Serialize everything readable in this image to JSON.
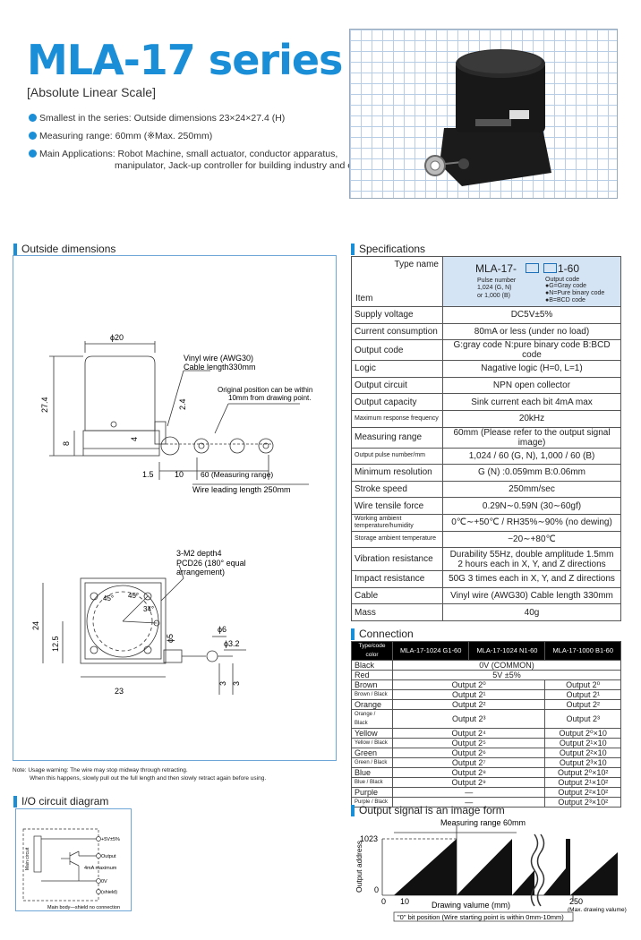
{
  "header": {
    "title": "MLA-17 series",
    "subtitle": "[Absolute Linear Scale]",
    "bullets": [
      "Smallest in the series: Outside dimensions  23×24×27.4 (H)",
      "Measuring range: 60mm (※Max. 250mm)",
      "Main Applications: Robot Machine, small actuator, conductor apparatus,",
      "manipulator, Jack-up controller for building industry and etc."
    ]
  },
  "outside_dimensions": {
    "heading": "Outside dimensions",
    "labels": {
      "d20": "ϕ20",
      "vinyl1": "Vinyl wire (AWG30)",
      "vinyl2": "Cable length330mm",
      "orig1": "Original position can be within",
      "orig2": "10mm from drawing point.",
      "h274": "27.4",
      "h24": "2.4",
      "h8": "8",
      "h4": "4",
      "w15": "1.5",
      "w10": "10",
      "w60": "60 (Measuring range)",
      "wire": "Wire leading length 250mm",
      "m2": "3-M2 depth4",
      "pcd1": "PCD26 (180° equal",
      "pcd2": "arrangement)",
      "a45a": "45°",
      "a45b": "45°",
      "a34": "34°",
      "d6": "ϕ6",
      "d5": "ϕ5",
      "d32": "ϕ3.2",
      "w24": "24",
      "w125": "12.5",
      "w23": "23",
      "w3a": "3",
      "w3b": "3"
    },
    "note1": "Note: Usage warning: The wire may stop midway through retracting.",
    "note2": "When this happens, slowly pull out the full length and then slowly retract again before using."
  },
  "specifications": {
    "heading": "Specifications",
    "type_name": "Type name",
    "item": "Item",
    "model": "MLA-17-",
    "model_suffix": "1-60",
    "pulse_label": "Pulse number",
    "pulse_vals": "1,024 (G, N)",
    "pulse_or": "or 1,000 (B)",
    "output_code": "Output code",
    "codes": [
      "●G=Gray code",
      "●N=Pure binary code",
      "●B=BCD code"
    ],
    "rows": [
      {
        "label": "Supply voltage",
        "value": "DC5V±5%",
        "small": false
      },
      {
        "label": "Current consumption",
        "value": "80mA or less (under no load)",
        "small": false
      },
      {
        "label": "Output code",
        "value": "G:gray code   N:pure binary code   B:BCD code",
        "small": false
      },
      {
        "label": "Logic",
        "value": "Nagative logic (H=0, L=1)",
        "small": false
      },
      {
        "label": "Output circuit",
        "value": "NPN open collector",
        "small": false
      },
      {
        "label": "Output capacity",
        "value": "Sink current each bit 4mA max",
        "small": false
      },
      {
        "label": "Maximum response frequency",
        "value": "20kHz",
        "small": true
      },
      {
        "label": "Measuring range",
        "value": "60mm (Please refer to the output signal image)",
        "small": false
      },
      {
        "label": "Output pulse number/mm",
        "value": "1,024 / 60 (G, N), 1,000 / 60 (B)",
        "small": true
      },
      {
        "label": "Minimum resolution",
        "value": "G (N) :0.059mm   B:0.06mm",
        "small": false
      },
      {
        "label": "Stroke speed",
        "value": "250mm/sec",
        "small": false
      },
      {
        "label": "Wire tensile force",
        "value": "0.29N∼0.59N (30∼60gf)",
        "small": false
      },
      {
        "label": "Working ambient temperature/humidity",
        "value": "0℃∼+50℃ / RH35%∼90% (no dewing)",
        "small": true
      },
      {
        "label": "Storage ambient temperature",
        "value": "−20∼+80℃",
        "small": true
      },
      {
        "label": "Vibration resistance",
        "value": "Durability 55Hz, double amplitude 1.5mm",
        "value2": "2 hours each in X, Y, and Z directions",
        "small": false
      },
      {
        "label": "Impact resistance",
        "value": "50G  3 times each in X, Y, and Z directions",
        "small": false
      },
      {
        "label": "Cable",
        "value": "Vinyl wire (AWG30) Cable length 330mm",
        "small": false
      },
      {
        "label": "Mass",
        "value": "40g",
        "small": false
      }
    ]
  },
  "connection": {
    "heading": "Connection",
    "headers": [
      "Type/code color",
      "MLA-17-1024 G1-60",
      "MLA-17-1024 N1-60",
      "MLA-17-1000 B1-60"
    ],
    "rows": [
      {
        "color": "Black",
        "gn": "0V (COMMON)",
        "b": "",
        "span": true,
        "small": false
      },
      {
        "color": "Red",
        "gn": "5V ±5%",
        "b": "",
        "span": true,
        "small": false
      },
      {
        "color": "Brown",
        "gn": "Output 2⁰",
        "b": "Output 2⁰",
        "small": false
      },
      {
        "color": "Brown / Black",
        "gn": "Output 2¹",
        "b": "Output 2¹",
        "small": true
      },
      {
        "color": "Orange",
        "gn": "Output 2²",
        "b": "Output 2²",
        "small": false
      },
      {
        "color": "Orange / Black",
        "gn": "Output 2³",
        "b": "Output 2³",
        "small": true
      },
      {
        "color": "Yellow",
        "gn": "Output 2⁴",
        "b": "Output 2⁰×10",
        "small": false
      },
      {
        "color": "Yellow / Black",
        "gn": "Output 2⁵",
        "b": "Output 2¹×10",
        "small": true
      },
      {
        "color": "Green",
        "gn": "Output 2⁶",
        "b": "Output 2²×10",
        "small": false
      },
      {
        "color": "Green / Black",
        "gn": "Output 2⁷",
        "b": "Output 2³×10",
        "small": true
      },
      {
        "color": "Blue",
        "gn": "Output 2⁸",
        "b": "Output 2⁰×10²",
        "small": false
      },
      {
        "color": "Blue / Black",
        "gn": "Output 2⁹",
        "b": "Output 2¹×10²",
        "small": true
      },
      {
        "color": "Purple",
        "gn": "—",
        "b": "Output 2²×10²",
        "small": false
      },
      {
        "color": "Purple / Black",
        "gn": "—",
        "b": "Output 2³×10²",
        "small": true
      }
    ]
  },
  "io_circuit": {
    "heading": "I/O circuit diagram",
    "main_circuit": "Main circuit",
    "plus5": "+5V±5%",
    "output": "Output",
    "ma": "4mA maximum",
    "zero": "0V",
    "shield": "(shield)",
    "note": "Main body—shield no connection"
  },
  "output_signal": {
    "heading": "Output signal is an image form",
    "measuring": "Measuring range 60mm",
    "y_top": "1023",
    "y_zero": "0",
    "ylabel": "Output address",
    "x0": "0",
    "x10": "10",
    "x250": "250",
    "xlabel": "Drawing valume (mm)",
    "max": "(Max. drawing valume)",
    "note": "\"0\" bit position (Wire starting point is within 0mm-10mm)"
  }
}
